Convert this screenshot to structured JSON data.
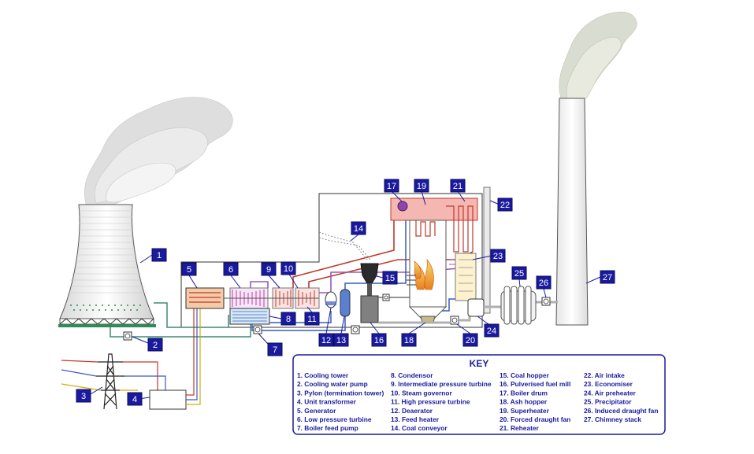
{
  "key": {
    "title": "KEY",
    "items": [
      "1. Cooling tower",
      "2. Cooling water pump",
      "3. Pylon (termination tower)",
      "4. Unit transformer",
      "5. Generator",
      "6. Low pressure turbine",
      "7. Boiler feed pump",
      "8. Condensor",
      "9. Intermediate pressure turbine",
      "10. Steam governor",
      "11. High pressure turbine",
      "12. Deaerator",
      "13. Feed heater",
      "14. Coal conveyor",
      "15. Coal hopper",
      "16. Pulverised fuel mill",
      "17. Boiler drum",
      "18. Ash hopper",
      "19. Superheater",
      "20. Forced draught fan",
      "21. Reheater",
      "22. Air intake",
      "23. Economiser",
      "24. Air preheater",
      "25. Precipitator",
      "26. Induced draught fan",
      "27. Chimney stack"
    ]
  },
  "badges": [
    "1",
    "2",
    "3",
    "4",
    "5",
    "6",
    "7",
    "8",
    "9",
    "10",
    "11",
    "12",
    "13",
    "14",
    "15",
    "16",
    "17",
    "18",
    "19",
    "20",
    "21",
    "22",
    "23",
    "24",
    "25",
    "26",
    "27"
  ],
  "colors": {
    "badge": "#1a1a9e",
    "steam": "#c0392b",
    "water": "#3a5bbf",
    "reheat": "#9b59b6",
    "fire": "#f39c12",
    "outline": "#333333",
    "smoke": "#d8d8d8"
  }
}
